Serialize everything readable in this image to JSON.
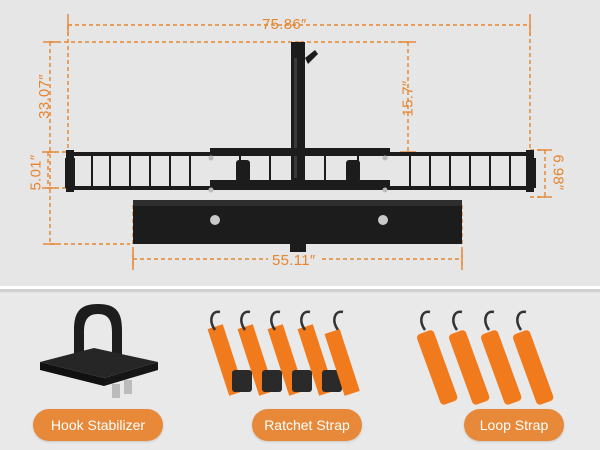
{
  "dimensions": {
    "overall_width": "75.86″",
    "total_height": "33.07″",
    "mast_height": "15.7″",
    "left_rail_height": "5.01″",
    "right_rail_height": "6.98″",
    "base_width": "55.11″"
  },
  "accessories": [
    {
      "name": "hook-stabilizer",
      "label": "Hook Stabilizer"
    },
    {
      "name": "ratchet-strap",
      "label": "Ratchet Strap"
    },
    {
      "name": "loop-strap",
      "label": "Loop Strap"
    }
  ],
  "colors": {
    "accent_orange": "#e6852f",
    "pill_orange": "#e8893a",
    "frame_black": "#1c1c1c",
    "background": "#e6e6e6"
  }
}
